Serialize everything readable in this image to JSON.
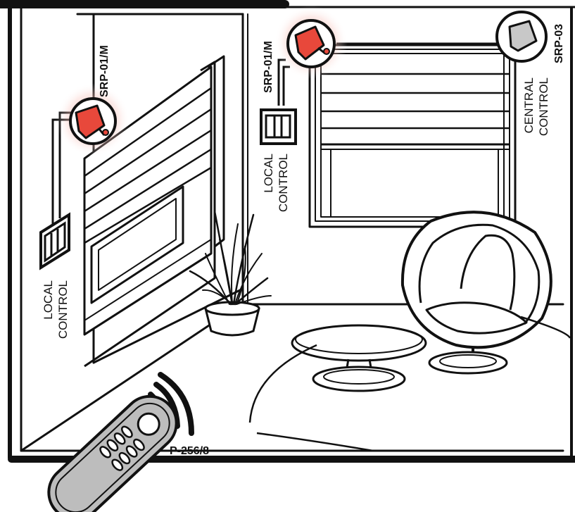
{
  "devices": {
    "left_receiver_label": "SRP-01/M",
    "center_receiver_label": "SRP-01/M",
    "central_receiver_label": "SRP-03",
    "remote_label": "P-256/8"
  },
  "controls": {
    "left_local": [
      "LOCAL",
      "CONTROL"
    ],
    "center_local": [
      "LOCAL",
      "CONTROL"
    ],
    "central": [
      "CENTRAL",
      "CONTROL"
    ]
  },
  "colors": {
    "receiver_red": "#e8483b",
    "receiver_glow": "#f5a79f",
    "central_gray": "#c8c8c8",
    "line": "#111111",
    "remote_gray": "#bdbdbd"
  },
  "icons": [
    "roller-shutter",
    "wall-switch",
    "receiver-module",
    "remote-control",
    "egg-chair",
    "coffee-table",
    "potted-plant"
  ]
}
